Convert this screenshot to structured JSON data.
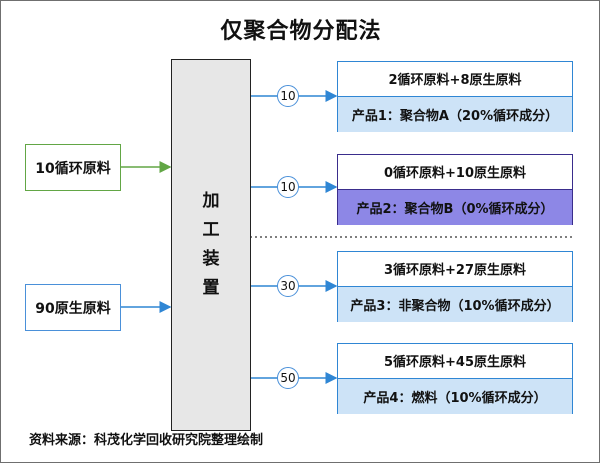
{
  "title": "仅聚合物分配法",
  "inputs": [
    {
      "label": "10循环原料",
      "color": "#62a645"
    },
    {
      "label": "90原生原料",
      "color": "#4a90d9"
    }
  ],
  "device": {
    "chars": [
      "加",
      "工",
      "装",
      "置"
    ]
  },
  "outputs": [
    {
      "flow": "10",
      "composition": "2循环原料+8原生原料",
      "product": "产品1：聚合物A（20%循环成分）",
      "fill": "#cde3f7"
    },
    {
      "flow": "10",
      "composition": "0循环原料+10原生原料",
      "product": "产品2：聚合物B（0%循环成分）",
      "fill": "#8d87e6"
    },
    {
      "flow": "30",
      "composition": "3循环原料+27原生原料",
      "product": "产品3：非聚合物（10%循环成分）",
      "fill": "#cde3f7"
    },
    {
      "flow": "50",
      "composition": "5循环原料+45原生原料",
      "product": "产品4：燃料（10%循环成分）",
      "fill": "#cde3f7"
    }
  ],
  "source": "资料来源：科茂化学回收研究院整理绘制",
  "colors": {
    "arrow": "#2f86d4",
    "green_arrow": "#62a645",
    "device_fill": "#e7e7e7"
  }
}
